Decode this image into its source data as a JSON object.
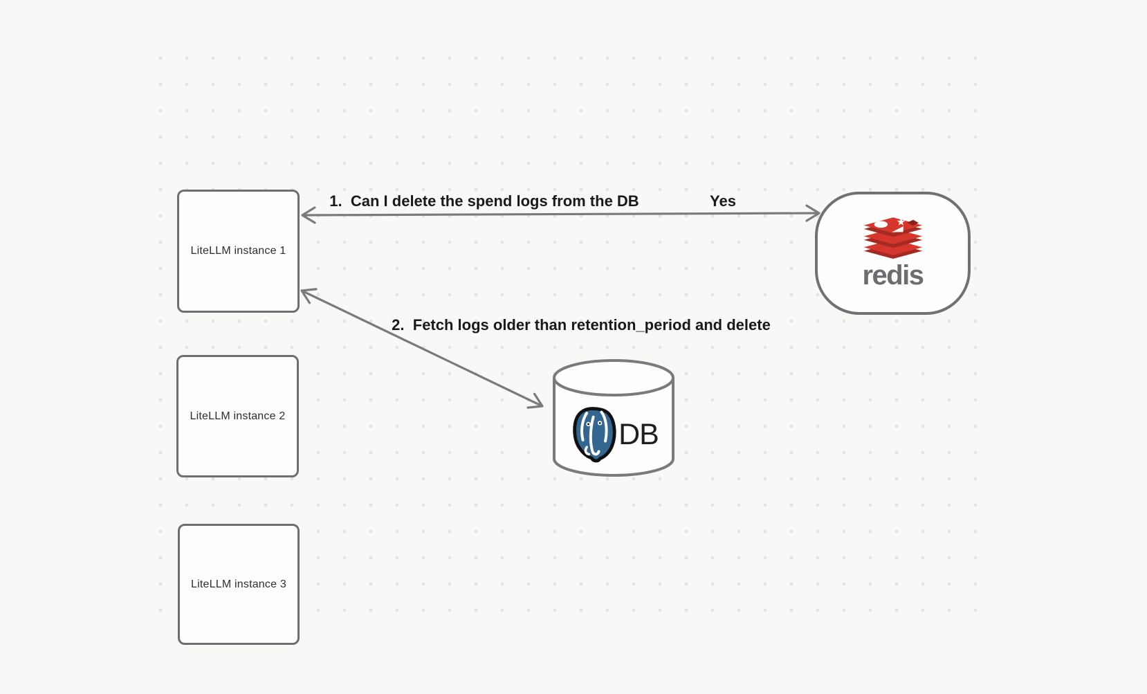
{
  "canvas": {
    "background_color": "#f8f8f7",
    "dot_color": "#e4e4e4",
    "stroke_color": "#7a7a7c"
  },
  "nodes": {
    "litellm_instances": [
      {
        "label": "LiteLLM instance 1"
      },
      {
        "label": "LiteLLM instance 2"
      },
      {
        "label": "LiteLLM instance 3"
      }
    ],
    "redis": {
      "wordmark": "redis",
      "logo_icon": "redis-logo",
      "logo_red": "#d6362c",
      "logo_dark_red": "#a32b23",
      "wordmark_color": "#6c6d70"
    },
    "database": {
      "label": "DB",
      "logo_icon": "postgresql-logo",
      "logo_blue": "#336791"
    }
  },
  "edges": [
    {
      "label": "1.  Can I delete the spend logs from the DB",
      "response": "Yes",
      "from": "LiteLLM instance 1",
      "to": "redis",
      "arrows": "both"
    },
    {
      "label": "2.  Fetch logs older than retention_period and delete",
      "from": "LiteLLM instance 1",
      "to": "DB",
      "arrows": "both"
    }
  ]
}
